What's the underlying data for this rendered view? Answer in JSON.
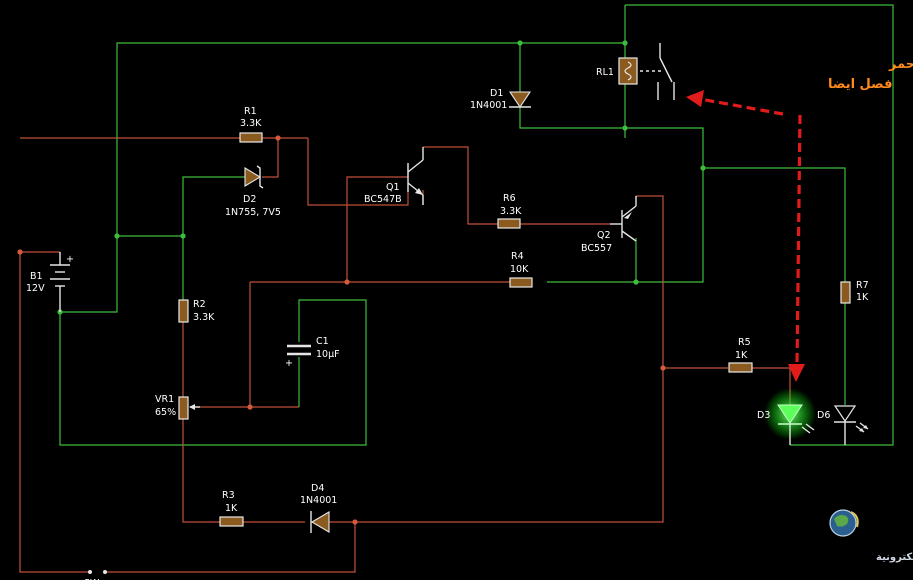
{
  "components": {
    "r1": {
      "ref": "R1",
      "value": "3.3K"
    },
    "d2": {
      "ref": "D2",
      "value": "1N755, 7V5"
    },
    "q1": {
      "ref": "Q1",
      "value": "BC547B"
    },
    "r6": {
      "ref": "R6",
      "value": "3.3K"
    },
    "q2": {
      "ref": "Q2",
      "value": "BC557"
    },
    "r4": {
      "ref": "R4",
      "value": "10K"
    },
    "d1": {
      "ref": "D1",
      "value": "1N4001"
    },
    "rl1": {
      "ref": "RL1"
    },
    "b1": {
      "ref": "B1",
      "value": "12V"
    },
    "r2": {
      "ref": "R2",
      "value": "3.3K"
    },
    "c1": {
      "ref": "C1",
      "value": "10µF"
    },
    "vr1": {
      "ref": "VR1",
      "value": "65%"
    },
    "r3": {
      "ref": "R3",
      "value": "1K"
    },
    "d4": {
      "ref": "D4",
      "value": "1N4001"
    },
    "r5": {
      "ref": "R5",
      "value": "1K"
    },
    "r7": {
      "ref": "R7",
      "value": "1K"
    },
    "d3": {
      "ref": "D3"
    },
    "d6": {
      "ref": "D6"
    },
    "sw": {
      "ref": "SW"
    }
  },
  "annotation": {
    "line1": "هنا الريلاي فصل والليد الاحمر",
    "line2": "فصل ايضا"
  },
  "logo": {
    "text": "القرية الالكترونية"
  },
  "colors": {
    "wire_green": "#3dbd3d",
    "wire_red": "#c0503a",
    "annotation_text": "#ff8a1e",
    "annotation_arrow": "#e21b1b",
    "led_lit": "#3aff3a",
    "background": "#000000"
  }
}
